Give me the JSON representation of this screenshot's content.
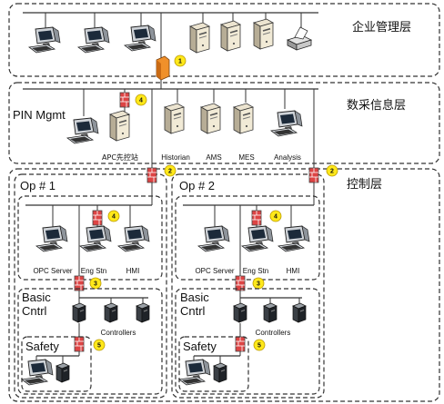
{
  "layers": {
    "enterprise": "企业管理层",
    "data_acquisition": "数采信息层",
    "control": "控制层"
  },
  "zones": {
    "pin_mgmt": "PIN Mgmt",
    "op1": "Op # 1",
    "op2": "Op # 2",
    "basic1": [
      "Basic",
      "Cntrl"
    ],
    "basic2": [
      "Basic",
      "Cntrl"
    ],
    "safety1": "Safety",
    "safety2": "Safety"
  },
  "devices": {
    "apc": "APC先控站",
    "historian": "Historian",
    "ams": "AMS",
    "mes": "MES",
    "analysis": "Analysis",
    "opc_server": "OPC Server",
    "eng_stn": "Eng Stn",
    "hmi": "HMI",
    "controllers": "Controllers"
  },
  "badges": {
    "enterprise_firewall": "1",
    "op1_uplink": "2",
    "op2_uplink": "2",
    "op1_basic": "3",
    "op2_basic": "3",
    "apc": "4",
    "op1_eng": "4",
    "op2_eng": "4",
    "op1_safety": "5",
    "op2_safety": "5"
  },
  "icons": {
    "workstation": "workstation-icon",
    "server": "server-tower-icon",
    "printer": "printer-icon",
    "firewall": "firewall-icon",
    "controller": "controller-icon"
  }
}
